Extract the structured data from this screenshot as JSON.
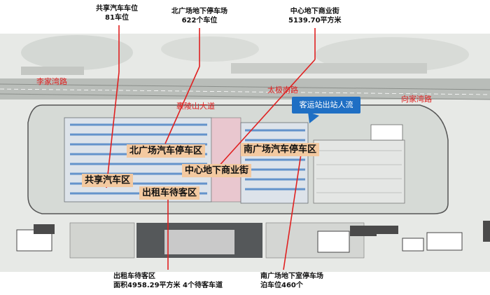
{
  "callouts": {
    "shared_cars": {
      "title": "共享汽车车位",
      "value": "81车位"
    },
    "north_parking": {
      "title": "北广场地下停车场",
      "value": "622个车位"
    },
    "central_street": {
      "title": "中心地下商业街",
      "value": "5139.70平方米"
    },
    "taxi_waiting": {
      "title": "出租车待客区",
      "value": "面积4958.29平方米  4个待客车道"
    },
    "south_parking": {
      "title": "南广场地下室停车场",
      "value": "泊车位460个"
    }
  },
  "zones": {
    "north_plaza": "北广场汽车停车区",
    "south_plaza": "南广场汽车停车区",
    "central_street": "中心地下商业街",
    "shared_cars": "共享汽车区",
    "taxi": "出租车待客区"
  },
  "roads": {
    "lijia": "李家湾路",
    "taiji": "太极南路",
    "xiangjia": "向家湾路",
    "guoling": "裹陵山大道"
  },
  "passenger_flow": "客运站出站人流",
  "colors": {
    "red_line": "#e02020",
    "zone_label": "#f3c9a0",
    "blue_label": "#1f6fc4",
    "parking_blue": "#4f86c6"
  }
}
